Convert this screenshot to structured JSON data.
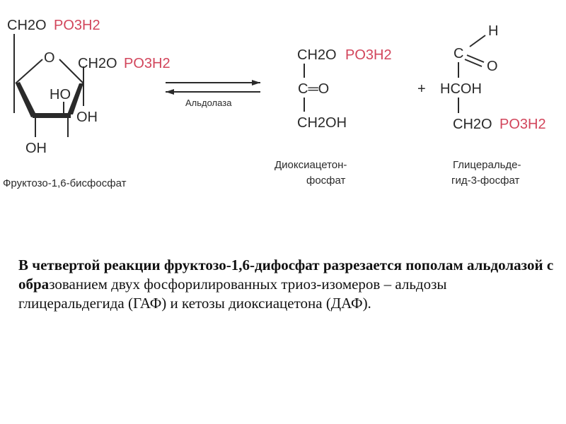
{
  "fructose": {
    "top_ch2o": "CH2O",
    "top_phos": "PO3H2",
    "ring_o": "O",
    "right_ch2o": "CH2O",
    "right_phos": "PO3H2",
    "ho": "HO",
    "oh_right": "OH",
    "oh_bottom": "OH",
    "name": "Фруктозо-1,6-бисфосфат"
  },
  "enzyme": "Альдолаза",
  "dhap": {
    "ch2o": "CH2O",
    "phos": "PO3H2",
    "carbonyl": "C═O",
    "ch2oh": "CH2OH",
    "name_line1": "Диоксиацетон-",
    "name_line2": "фосфат"
  },
  "plus": "+",
  "g3p": {
    "h": "H",
    "c": "C",
    "o": "O",
    "hcoh": "HCOH",
    "ch2o": "CH2O",
    "phos": "PO3H2",
    "name_line1": "Глицеральде-",
    "name_line2": "гид-3-фосфат"
  },
  "description": {
    "bold1": "В ",
    "bold2": "четвертой реакции фруктозо-1,6-дифосфат разрезается пополам альдолазой с обра",
    "rest": "зованием двух фосфорилированных триоз-изомеров – альдозы глицеральдегида (ГАФ) и кетозы диоксиацетона (ДАФ)."
  }
}
